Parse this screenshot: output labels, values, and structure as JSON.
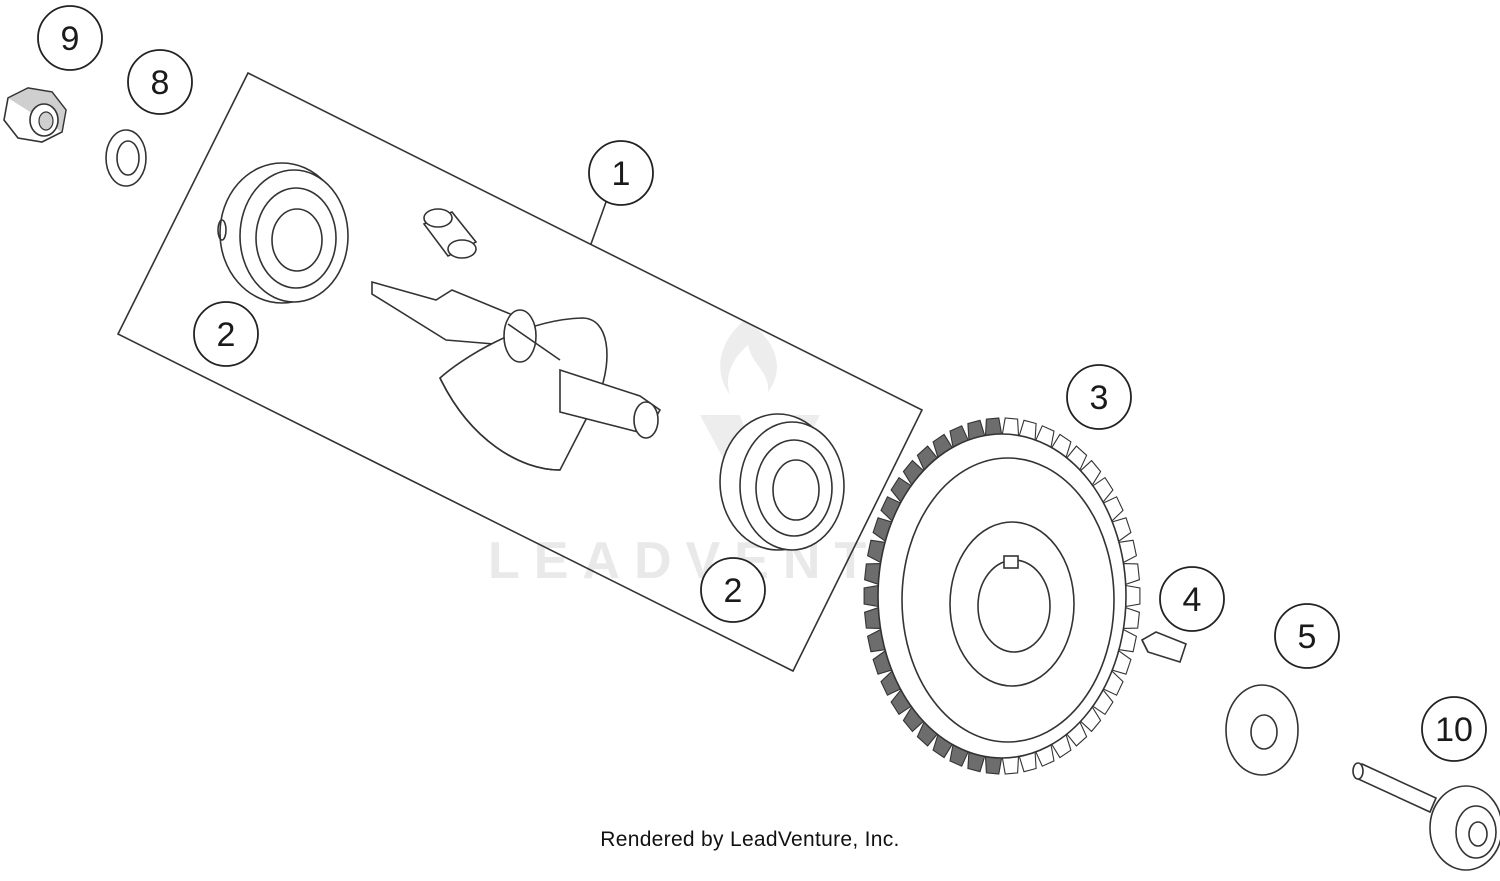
{
  "diagram": {
    "callouts": [
      {
        "id": "c9",
        "label": "9"
      },
      {
        "id": "c8",
        "label": "8"
      },
      {
        "id": "c1",
        "label": "1"
      },
      {
        "id": "c2a",
        "label": "2"
      },
      {
        "id": "c2b",
        "label": "2"
      },
      {
        "id": "c3",
        "label": "3"
      },
      {
        "id": "c4",
        "label": "4"
      },
      {
        "id": "c5",
        "label": "5"
      },
      {
        "id": "c10",
        "label": "10"
      }
    ],
    "watermark_text": "LEADVENTURE",
    "credit_text": "Rendered by LeadVenture, Inc."
  }
}
